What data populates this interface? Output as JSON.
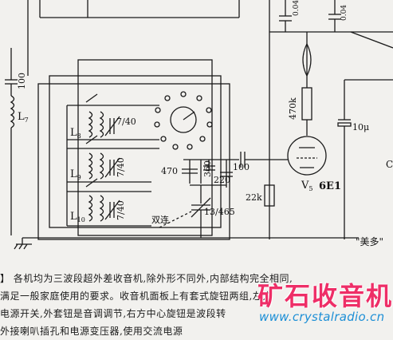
{
  "schematic": {
    "labels": {
      "c_left": "100",
      "l7": "L",
      "l7_sub": "7",
      "l8": "L",
      "l8_sub": "8",
      "l9": "L",
      "l9_sub": "9",
      "l10": "L",
      "l10_sub": "10",
      "c_7_40_a": "7/40",
      "c_7_40_b": "7/40",
      "c_7_40_c": "7/40",
      "c_470": "470",
      "c_360": "360",
      "c_220": "220",
      "c_100_mid": "100",
      "r_22k": "22k",
      "r_470k": "470k",
      "c_10u": "10μ",
      "tube": "V",
      "tube_sub": "5",
      "tube_type": "6E1",
      "var_cap": "13/465",
      "dual_gang": "双连",
      "top_c1": "0.04",
      "top_c2": "0.04",
      "meimei": "\"美多\"",
      "edge_c": "C"
    }
  },
  "text": {
    "lines": [
      "】 各机均为三波段超外差收音机,除外形不同外,内部结构完全相同,",
      "满足一般家庭使用的要求。收音机面板上有套式旋钮两组,左方",
      "电源开关,外套钮是音调调节,右方中心旋钮是波段转",
      "外接喇叭插孔和电源变压器,使用交流电源"
    ]
  },
  "watermark": {
    "title": "矿石收音机",
    "url": "www.crystalradio.cn"
  }
}
